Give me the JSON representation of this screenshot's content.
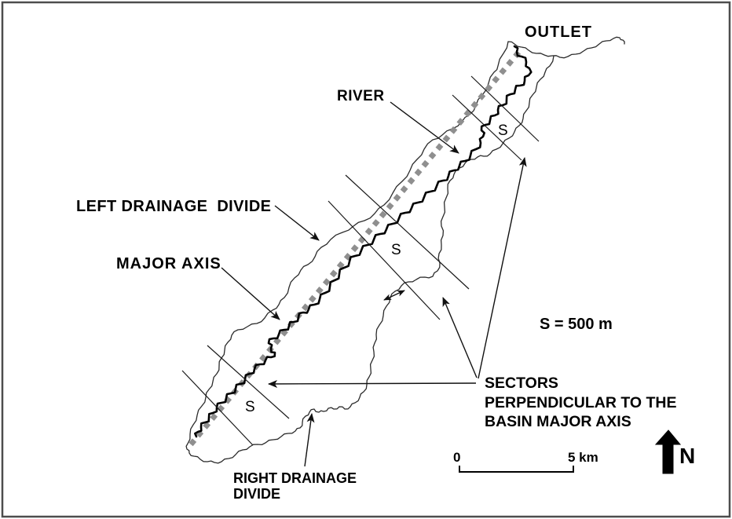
{
  "figure": {
    "labels": {
      "outlet": "OUTLET",
      "river": "RIVER",
      "left_drainage_divide": "LEFT DRAINAGE  DIVIDE",
      "major_axis": "MAJOR AXIS",
      "right_drainage_divide_line1": "RIGHT DRAINAGE",
      "right_drainage_divide_line2": "DIVIDE",
      "sectors_line1": "SECTORS",
      "sectors_line2": "PERPENDICULAR TO THE",
      "sectors_line3": "BASIN MAJOR AXIS",
      "sector_width_note": "S = 500 m",
      "sector_symbol": "S",
      "north": "N"
    },
    "scale_bar": {
      "start_label": "0",
      "end_label": "5 km"
    },
    "colors": {
      "background": "#ffffff",
      "border": "#4d4d4d",
      "ink": "#000000",
      "major_axis_dots": "#8f8f8f"
    }
  }
}
